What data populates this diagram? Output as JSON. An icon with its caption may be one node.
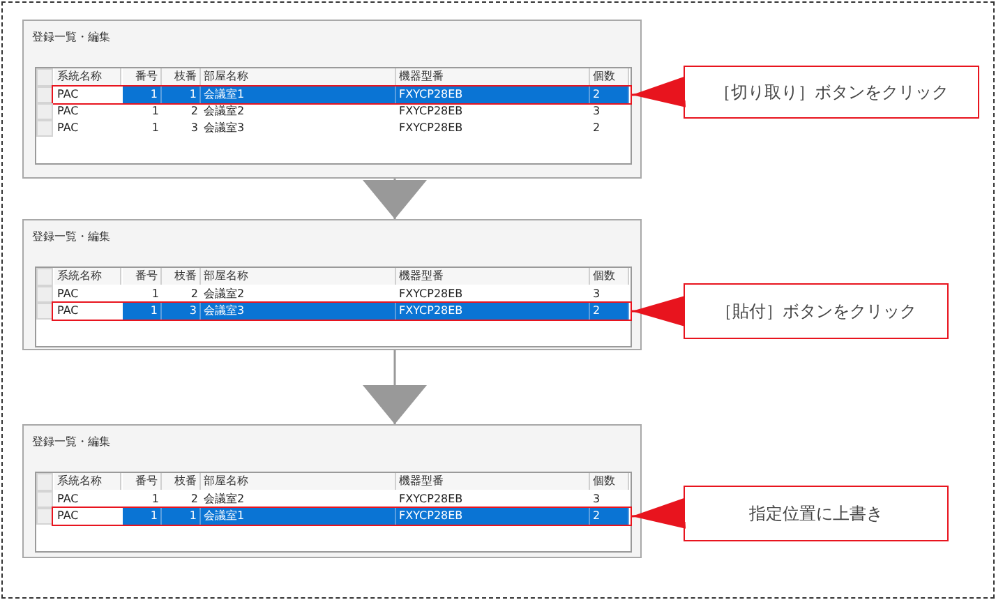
{
  "diagram": {
    "nodes": [
      {
        "text": [
          "登録一覧・編集"
        ]
      },
      {
        "text": [
          "PAC",
          "1",
          "1",
          "会議室1",
          "FXYCP28EB",
          "2"
        ],
        "in": 0
      },
      {
        "text": [
          "［切り取り］ボタンをクリック"
        ]
      },
      {
        "text": [
          "登録一覧・編集"
        ]
      },
      {
        "text": [
          "PAC",
          "1",
          "3",
          "会議室3",
          "FXYCP28EB",
          "2"
        ],
        "in": 3
      },
      {
        "text": [
          "［貼付］ボタンをクリック"
        ]
      },
      {
        "text": [
          "登録一覧・編集"
        ]
      },
      {
        "text": [
          "PAC",
          "1",
          "1",
          "会議室1",
          "FXYCP28EB",
          "2"
        ],
        "in": 6
      },
      {
        "text": [
          "指定位置に上書き"
        ]
      }
    ],
    "edges": [
      {
        "from": 2,
        "to": 1,
        "arrow": "to"
      },
      {
        "from": 0,
        "to": 3,
        "arrow": "to",
        "color": "#999999"
      },
      {
        "from": 5,
        "to": 4,
        "arrow": "to"
      },
      {
        "from": 3,
        "to": 6,
        "arrow": "to",
        "color": "#999999"
      },
      {
        "from": 8,
        "to": 7,
        "arrow": "to"
      }
    ],
    "labels": [
      "系統名称",
      "番号",
      "枝番",
      "部屋名称",
      "機器型番",
      "個数",
      "PAC",
      "1",
      "2",
      "会議室2",
      "FXYCP28EB",
      "3",
      "PAC",
      "1",
      "3",
      "会議室3",
      "FXYCP28EB",
      "2",
      "系統名称",
      "番号",
      "枝番",
      "部屋名称",
      "機器型番",
      "個数",
      "PAC",
      "1",
      "2",
      "会議室2",
      "FXYCP28EB",
      "3",
      "系統名称",
      "番号",
      "枝番",
      "部屋名称",
      "機器型番",
      "個数",
      "PAC",
      "1",
      "2",
      "会議室2",
      "FXYCP28EB",
      "3"
    ]
  }
}
